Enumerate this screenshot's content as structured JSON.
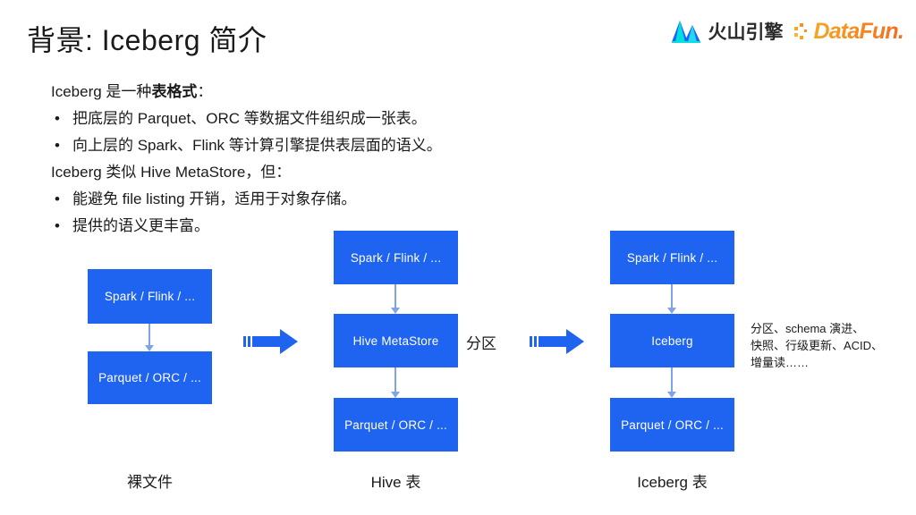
{
  "slide": {
    "title": "背景: Iceberg 简介",
    "background_color": "#ffffff",
    "accent_color": "#1f64f0",
    "connector_color": "#7fa3e8"
  },
  "logos": {
    "volcano": {
      "name": "volcano-engine-logo",
      "text": "火山引擎",
      "icon": "mountain-icon",
      "colors": [
        "#1f64f0",
        "#00d8d8",
        "#18c0f0"
      ]
    },
    "datafun": {
      "name": "datafun-logo",
      "text": "DataFun.",
      "icon": "dots-icon",
      "color": "#f7931e"
    }
  },
  "body": {
    "lead1_prefix": "Iceberg 是一种",
    "lead1_bold": "表格式",
    "lead1_suffix": "：",
    "bullets1": [
      {
        "dot": "•",
        "text": "把底层的 Parquet、ORC 等数据文件组织成一张表。"
      },
      {
        "dot": "•",
        "text": "向上层的 Spark、Flink 等计算引擎提供表层面的语义。"
      }
    ],
    "lead2": "Iceberg 类似 Hive MetaStore，但：",
    "bullets2": [
      {
        "dot": "•",
        "text": "能避免 file listing 开销，适用于对象存储。"
      },
      {
        "dot": "•",
        "text": "提供的语义更丰富。"
      }
    ]
  },
  "diagram": {
    "groups": [
      {
        "id": "bare-files",
        "label": "裸文件",
        "nodes": [
          {
            "id": "bare-engine",
            "text": "Spark / Flink / ..."
          },
          {
            "id": "bare-files-node",
            "text": "Parquet / ORC / ..."
          }
        ]
      },
      {
        "id": "hive-table",
        "label": "Hive 表",
        "side_label": "分区",
        "nodes": [
          {
            "id": "hive-engine",
            "text": "Spark / Flink / ..."
          },
          {
            "id": "hive-metastore",
            "text": "Hive MetaStore"
          },
          {
            "id": "hive-files",
            "text": "Parquet / ORC / ..."
          }
        ]
      },
      {
        "id": "iceberg-table",
        "label": "Iceberg 表",
        "annotation_lines": [
          "分区、schema 演进、",
          "快照、行级更新、ACID、",
          "增量读……"
        ],
        "nodes": [
          {
            "id": "iceberg-engine",
            "text": "Spark / Flink / ..."
          },
          {
            "id": "iceberg-node",
            "text": "Iceberg"
          },
          {
            "id": "iceberg-files",
            "text": "Parquet / ORC / ..."
          }
        ]
      }
    ],
    "arrows": [
      {
        "id": "arrow-bare-to-hive",
        "name": "transition-arrow-1"
      },
      {
        "id": "arrow-hive-to-iceberg",
        "name": "transition-arrow-2"
      }
    ]
  }
}
